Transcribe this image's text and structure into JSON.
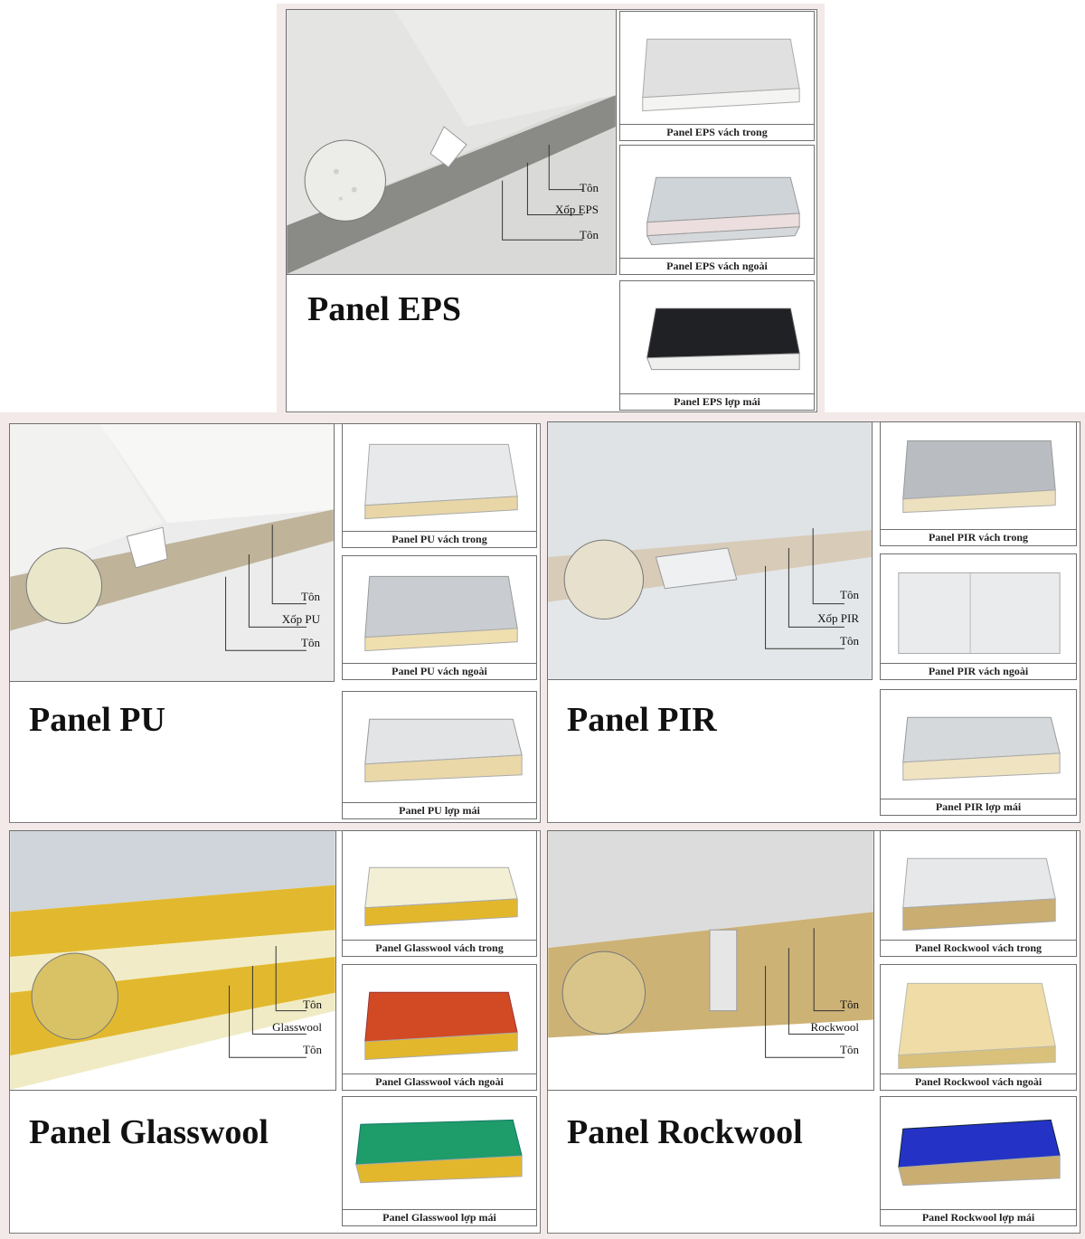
{
  "panels": [
    {
      "id": "eps",
      "title": "Panel EPS",
      "layers": [
        "Tôn",
        "Xốp EPS",
        "Tôn"
      ],
      "core_color": "#8a8a86",
      "thumbs": [
        "Panel EPS vách trong",
        "Panel EPS vách ngoài",
        "Panel EPS lợp mái"
      ]
    },
    {
      "id": "pu",
      "title": "Panel PU",
      "layers": [
        "Tôn",
        "Xốp PU",
        "Tôn"
      ],
      "core_color": "#bfb49a",
      "thumbs": [
        "Panel PU vách trong",
        "Panel PU vách ngoài",
        "Panel PU lợp mái"
      ]
    },
    {
      "id": "pir",
      "title": "Panel PIR",
      "layers": [
        "Tôn",
        "Xốp PIR",
        "Tôn"
      ],
      "core_color": "#d8cbb8",
      "thumbs": [
        "Panel PIR vách trong",
        "Panel PIR vách ngoài",
        "Panel PIR lợp mái"
      ]
    },
    {
      "id": "glasswool",
      "title": "Panel Glasswool",
      "layers": [
        "Tôn",
        "Glasswool",
        "Tôn"
      ],
      "core_color": "#e2b92e",
      "thumbs": [
        "Panel Glasswool vách trong",
        "Panel Glasswool vách ngoài",
        "Panel Glasswool lợp mái"
      ]
    },
    {
      "id": "rockwool",
      "title": "Panel Rockwool",
      "layers": [
        "Tôn",
        "Rockwool",
        "Tôn"
      ],
      "core_color": "#cdb276",
      "thumbs": [
        "Panel Rockwool vách trong",
        "Panel Rockwool vách ngoài",
        "Panel Rockwool lợp mái"
      ]
    }
  ]
}
